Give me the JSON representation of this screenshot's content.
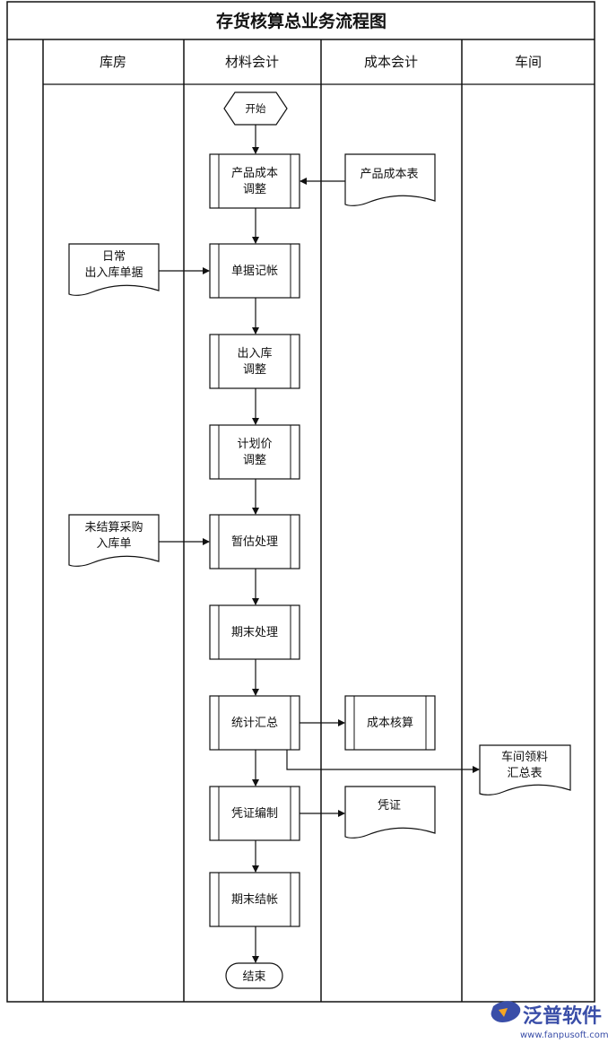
{
  "title": "存货核算总业务流程图",
  "lanes": {
    "warehouse": "库房",
    "material_accounting": "材料会计",
    "cost_accounting": "成本会计",
    "workshop": "车间"
  },
  "nodes": {
    "start": "开始",
    "product_cost_adjust": [
      "产品成本",
      "调整"
    ],
    "bill_posting": "单据记帐",
    "inout_adjust": [
      "出入库",
      "调整"
    ],
    "plan_price_adjust": [
      "计划价",
      "调整"
    ],
    "provisional": "暂估处理",
    "period_end": "期末处理",
    "stat_summary": "统计汇总",
    "voucher_compile": "凭证编制",
    "period_close": "期末结帐",
    "end": "结束"
  },
  "documents": {
    "product_cost_table": "产品成本表",
    "daily_bills": [
      "日常",
      "出入库单据"
    ],
    "unsettled_purchase": [
      "未结算采购",
      "入库单"
    ],
    "cost_calc": "成本核算",
    "workshop_summary": [
      "车间领料",
      "汇总表"
    ],
    "voucher": "凭证"
  },
  "logo": {
    "brand": "泛普软件",
    "url": "www.fanpusoft.com"
  }
}
